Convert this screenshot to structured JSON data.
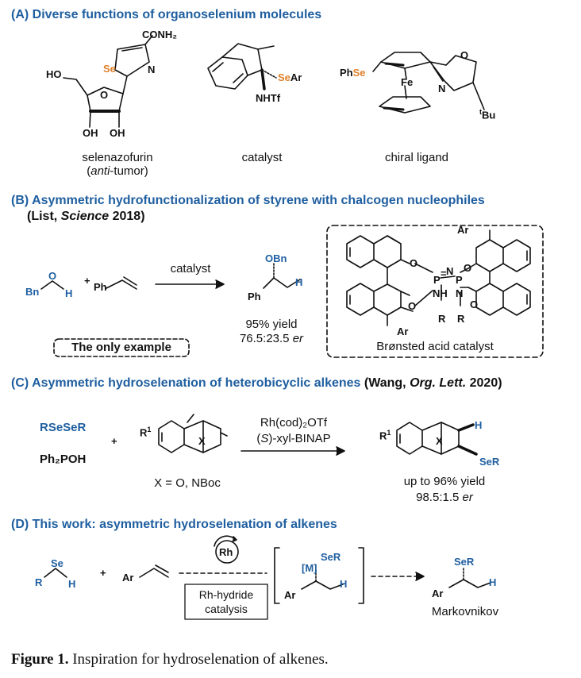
{
  "sectionA": {
    "title": "(A) Diverse functions of organoselenium molecules",
    "molecules": [
      {
        "name": "selenazofurin",
        "note_italic": "anti",
        "note_rest": "-tumor)",
        "note_open": "("
      },
      {
        "name": "catalyst"
      },
      {
        "name": "chiral ligand"
      }
    ],
    "labels": {
      "conh2": "CONH₂",
      "ho": "HO",
      "se": "Se",
      "n": "N",
      "oh1": "OH",
      "oh2": "OH",
      "o": "O",
      "sear_se": "Se",
      "sear_ar": "Ar",
      "nhtf": "NHTf",
      "phse_ph": "Ph",
      "phse_se": "Se",
      "fe": "Fe",
      "o2": "O",
      "n2": "N",
      "tbu_sup": "t",
      "tbu": "Bu"
    }
  },
  "sectionB": {
    "title": "(B) Asymmetric hydrofunctionalization of styrene with chalcogen nucleophiles",
    "ref_open": "(List, ",
    "ref_journal": "Science",
    "ref_year": " 2018)",
    "reagent1": {
      "bn": "Bn",
      "o": "O",
      "h": "H"
    },
    "plus": "+",
    "reagent2": "Ph",
    "arrow_label": "catalyst",
    "product": {
      "obn": "OBn",
      "ph": "Ph",
      "h": "H"
    },
    "yield": "95% yield",
    "er_value": "76.5:23.5 ",
    "er_unit": "er",
    "only_example": "The only example",
    "catalyst_caption": "Brønsted acid catalyst",
    "catalyst_labels": {
      "ar1": "Ar",
      "ar2": "Ar",
      "o1": "O",
      "o2": "O",
      "o3": "O",
      "o4": "O",
      "p1": "P",
      "p2": "P",
      "n1": "N",
      "n2": "N",
      "nh": "NH",
      "eq": "=",
      "r1": "R",
      "r2": "R"
    }
  },
  "sectionC": {
    "title": "(C) Asymmetric hydroselenation of heterobicyclic alkenes",
    "ref_open": "(Wang, ",
    "ref_journal": "Org. Lett.",
    "ref_year": " 2020)",
    "reagent1": "RSeSeR",
    "reagent2": "Ph₂POH",
    "plus": "+",
    "r1": "R",
    "r1_sup": "1",
    "x": "X",
    "x_def": "X = O, NBoc",
    "cond1": "Rh(cod)₂OTf",
    "cond2_open": "(",
    "cond2_s": "S",
    "cond2_rest": ")-xyl-BINAP",
    "product": {
      "h": "H",
      "ser": "SeR",
      "x": "X",
      "r1": "R",
      "r1_sup": "1"
    },
    "yield": "up to 96% yield",
    "er_value": "98.5:1.5 ",
    "er_unit": "er"
  },
  "sectionD": {
    "title": "(D) This work: asymmetric hydroselenation of alkenes",
    "reagent1": {
      "r": "R",
      "se": "Se",
      "h": "H"
    },
    "plus": "+",
    "reagent2": "Ar",
    "rh": "Rh",
    "box_line1": "Rh-hydride",
    "box_line2": "catalysis",
    "intermediate": {
      "m": "[M]",
      "ser": "SeR",
      "ar": "Ar",
      "h": "H"
    },
    "product": {
      "ser": "SeR",
      "ar": "Ar",
      "h": "H"
    },
    "product_caption": "Markovnikov"
  },
  "caption": {
    "label": "Figure 1.",
    "text": " Inspiration for hydroselenation of alkenes."
  },
  "colors": {
    "blue": "#1f5fa0",
    "orange": "#e0812c",
    "text": "#111111"
  }
}
